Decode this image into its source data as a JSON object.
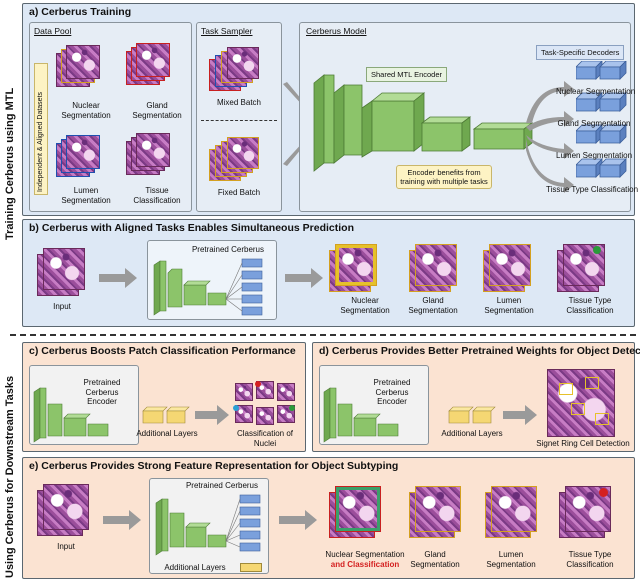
{
  "side_labels": {
    "top": "Training Cerberus using MTL",
    "bottom": "Using Cerberus for Downstream Tasks"
  },
  "panel_a": {
    "title": "a) Cerberus Training",
    "data_pool": {
      "title": "Data Pool",
      "side_note": "Independent & Aligned Datasets",
      "items": [
        "Nuclear Segmentation",
        "Gland Segmentation",
        "Lumen Segmentation",
        "Tissue Classification"
      ]
    },
    "task_sampler": {
      "title": "Task Sampler",
      "mixed": "Mixed Batch",
      "fixed": "Fixed Batch"
    },
    "model": {
      "title": "Cerberus Model",
      "encoder": "Shared MTL Encoder",
      "decoders": "Task-Specific Decoders",
      "note": "Encoder benefits from training with multiple tasks",
      "outputs": [
        "Nuclear Segmentation",
        "Gland Segmentation",
        "Lumen Segmentation",
        "Tissue Type Classification"
      ]
    }
  },
  "panel_b": {
    "title": "b) Cerberus with Aligned Tasks Enables Simultaneous Prediction",
    "input": "Input",
    "model": "Pretrained Cerberus",
    "outputs": [
      "Nuclear Segmentation",
      "Gland Segmentation",
      "Lumen Segmentation",
      "Tissue Type Classification"
    ]
  },
  "panel_c": {
    "title": "c) Cerberus Boosts Patch Classification Performance",
    "encoder": "Pretrained Cerberus Encoder",
    "layers": "Additional Layers",
    "output": "Classification of Nuclei"
  },
  "panel_d": {
    "title": "d) Cerberus Provides Better Pretrained Weights for Object Detection",
    "encoder": "Pretrained Cerberus Encoder",
    "layers": "Additional Layers",
    "output": "Signet Ring Cell Detection"
  },
  "panel_e": {
    "title": "e) Cerberus Provides Strong Feature Representation for Object Subtyping",
    "input": "Input",
    "model": "Pretrained Cerberus",
    "layers": "Additional Layers",
    "out1": "Nuclear Segmentation",
    "out1_extra": "and Classification",
    "outputs": [
      "Gland Segmentation",
      "Lumen Segmentation",
      "Tissue Type Classification"
    ]
  },
  "colors": {
    "blue_panel": "#dde8f5",
    "peach_panel": "#fbe3d2",
    "encoder_green": "#8cc46a",
    "decoder_blue": "#7aa0dc",
    "layer_yellow": "#f5d773",
    "arrow_gray": "#9a9a9a"
  }
}
